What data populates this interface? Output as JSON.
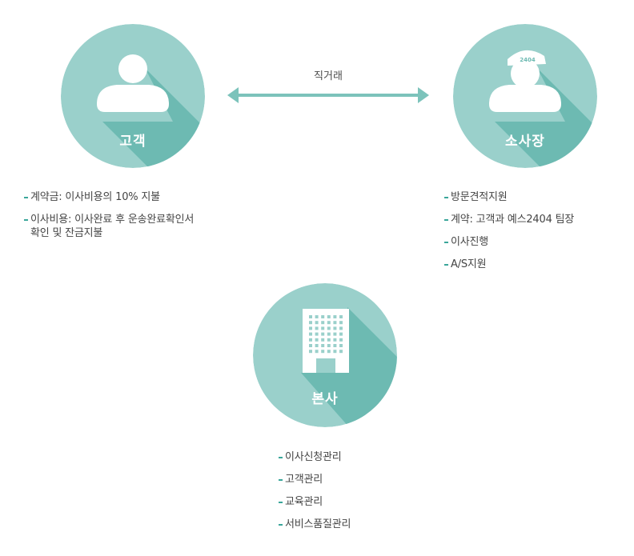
{
  "colors": {
    "circle": "#9ad0cb",
    "shadow": "#6dbab2",
    "bullet": "#3aa69a",
    "arrow": "#7cc3bb"
  },
  "nodes": {
    "customer": {
      "label": "고객",
      "icon": "person-icon"
    },
    "owner": {
      "label": "소사장",
      "icon": "person-with-cap-icon",
      "cap_text": "2404"
    },
    "hq": {
      "label": "본사",
      "icon": "building-icon"
    }
  },
  "edge": {
    "label": "직거래"
  },
  "lists": {
    "customer": [
      {
        "lines": [
          "계약금: 이사비용의 10% 지불"
        ]
      },
      {
        "lines": [
          "이사비용: 이사완료 후 운송완료확인서",
          "확인 및 잔금지불"
        ]
      }
    ],
    "owner": [
      {
        "lines": [
          "방문견적지원"
        ]
      },
      {
        "lines": [
          "계약: 고객과 예스2404 팀장"
        ]
      },
      {
        "lines": [
          "이사진행"
        ]
      },
      {
        "lines": [
          "A/S지원"
        ]
      }
    ],
    "hq": [
      {
        "lines": [
          "이사신청관리"
        ]
      },
      {
        "lines": [
          "고객관리"
        ]
      },
      {
        "lines": [
          "교육관리"
        ]
      },
      {
        "lines": [
          "서비스품질관리"
        ]
      }
    ]
  }
}
